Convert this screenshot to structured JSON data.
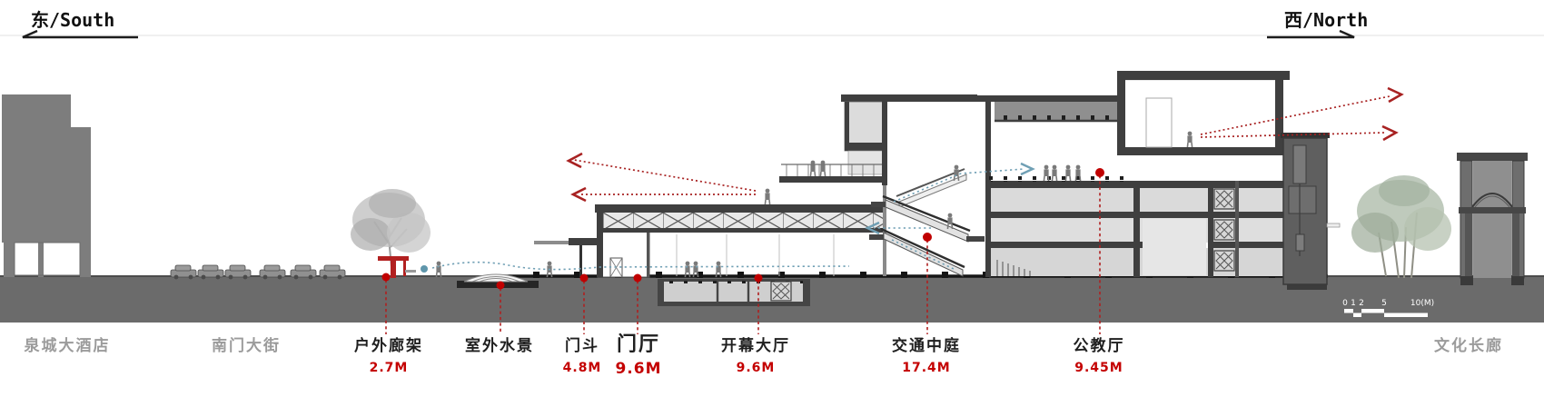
{
  "header": {
    "left_direction": "东/South",
    "right_direction": "西/North"
  },
  "annotations": [
    {
      "name": "quancheng-hotel",
      "text": "泉城大酒店",
      "value": ""
    },
    {
      "name": "nanmen-street",
      "text": "南门大街",
      "value": ""
    },
    {
      "name": "outdoor-pergola",
      "text": "户外廊架",
      "value": "2.7M"
    },
    {
      "name": "outdoor-water",
      "text": "室外水景",
      "value": ""
    },
    {
      "name": "vestibule",
      "text": "门斗",
      "value": "4.8M"
    },
    {
      "name": "entrance-hall",
      "text": "门厅",
      "value": "9.6M"
    },
    {
      "name": "opening-hall",
      "text": "开幕大厅",
      "value": "9.6M"
    },
    {
      "name": "traffic-atrium",
      "text": "交通中庭",
      "value": "17.4M"
    },
    {
      "name": "education-hall",
      "text": "公教厅",
      "value": "9.45M"
    },
    {
      "name": "culture-gallery",
      "text": "文化长廊",
      "value": ""
    }
  ],
  "scale_bar": {
    "tick_labels": [
      "0",
      "1",
      "2",
      "5",
      "10(M)"
    ]
  },
  "colors": {
    "value_red": "#c40000",
    "annotation_red": "#a82222",
    "circulation_blue": "#6f9fb4",
    "ground_gray": "#6b6b6b",
    "section_dark": "#3f3f3f",
    "context_gray": "#9b9b9b"
  }
}
